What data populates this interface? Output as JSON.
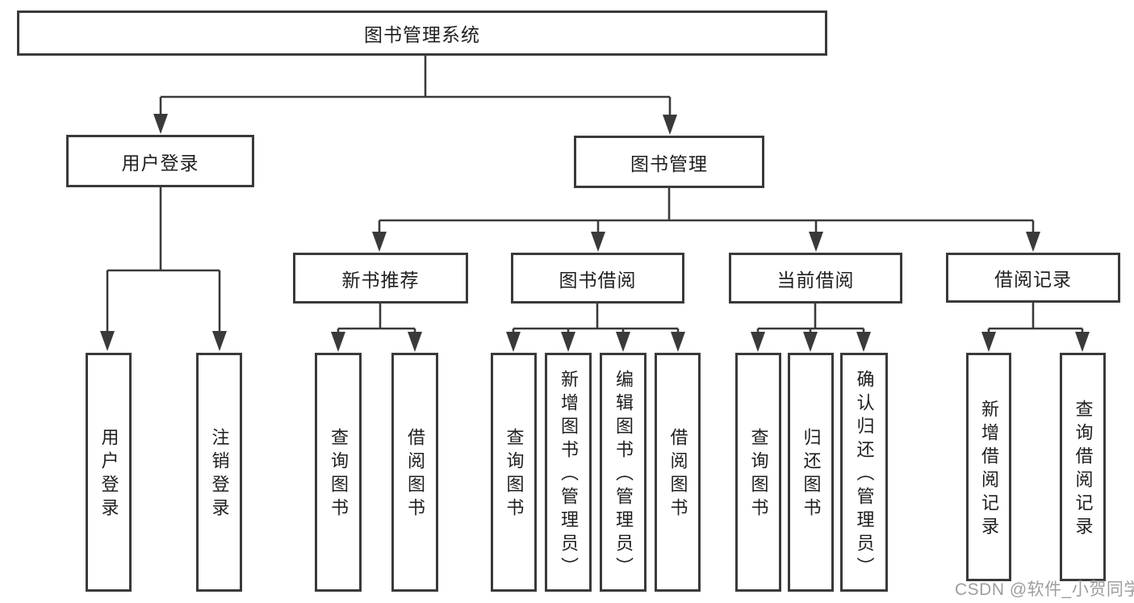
{
  "diagram_title": "图书管理系统",
  "tree": {
    "label": "图书管理系统",
    "children": [
      {
        "label": "用户登录",
        "children": [
          {
            "label": "用户登录"
          },
          {
            "label": "注销登录"
          }
        ]
      },
      {
        "label": "图书管理",
        "children": [
          {
            "label": "新书推荐",
            "children": [
              {
                "label": "查询图书"
              },
              {
                "label": "借阅图书"
              }
            ]
          },
          {
            "label": "图书借阅",
            "children": [
              {
                "label": "查询图书"
              },
              {
                "label": "新增图书（管理员）"
              },
              {
                "label": "编辑图书（管理员）"
              },
              {
                "label": "借阅图书"
              }
            ]
          },
          {
            "label": "当前借阅",
            "children": [
              {
                "label": "查询图书"
              },
              {
                "label": "归还图书"
              },
              {
                "label": "确认归还（管理员）"
              }
            ]
          },
          {
            "label": "借阅记录",
            "children": [
              {
                "label": "新增借阅记录"
              },
              {
                "label": "查询借阅记录"
              }
            ]
          }
        ]
      }
    ]
  },
  "watermark": {
    "text": "CSDN @软件_小贺同学"
  },
  "colors": {
    "line": "#3a3a3a",
    "text": "#1f1f1f",
    "background": "#ffffff",
    "watermark": "#9e9e9e"
  }
}
